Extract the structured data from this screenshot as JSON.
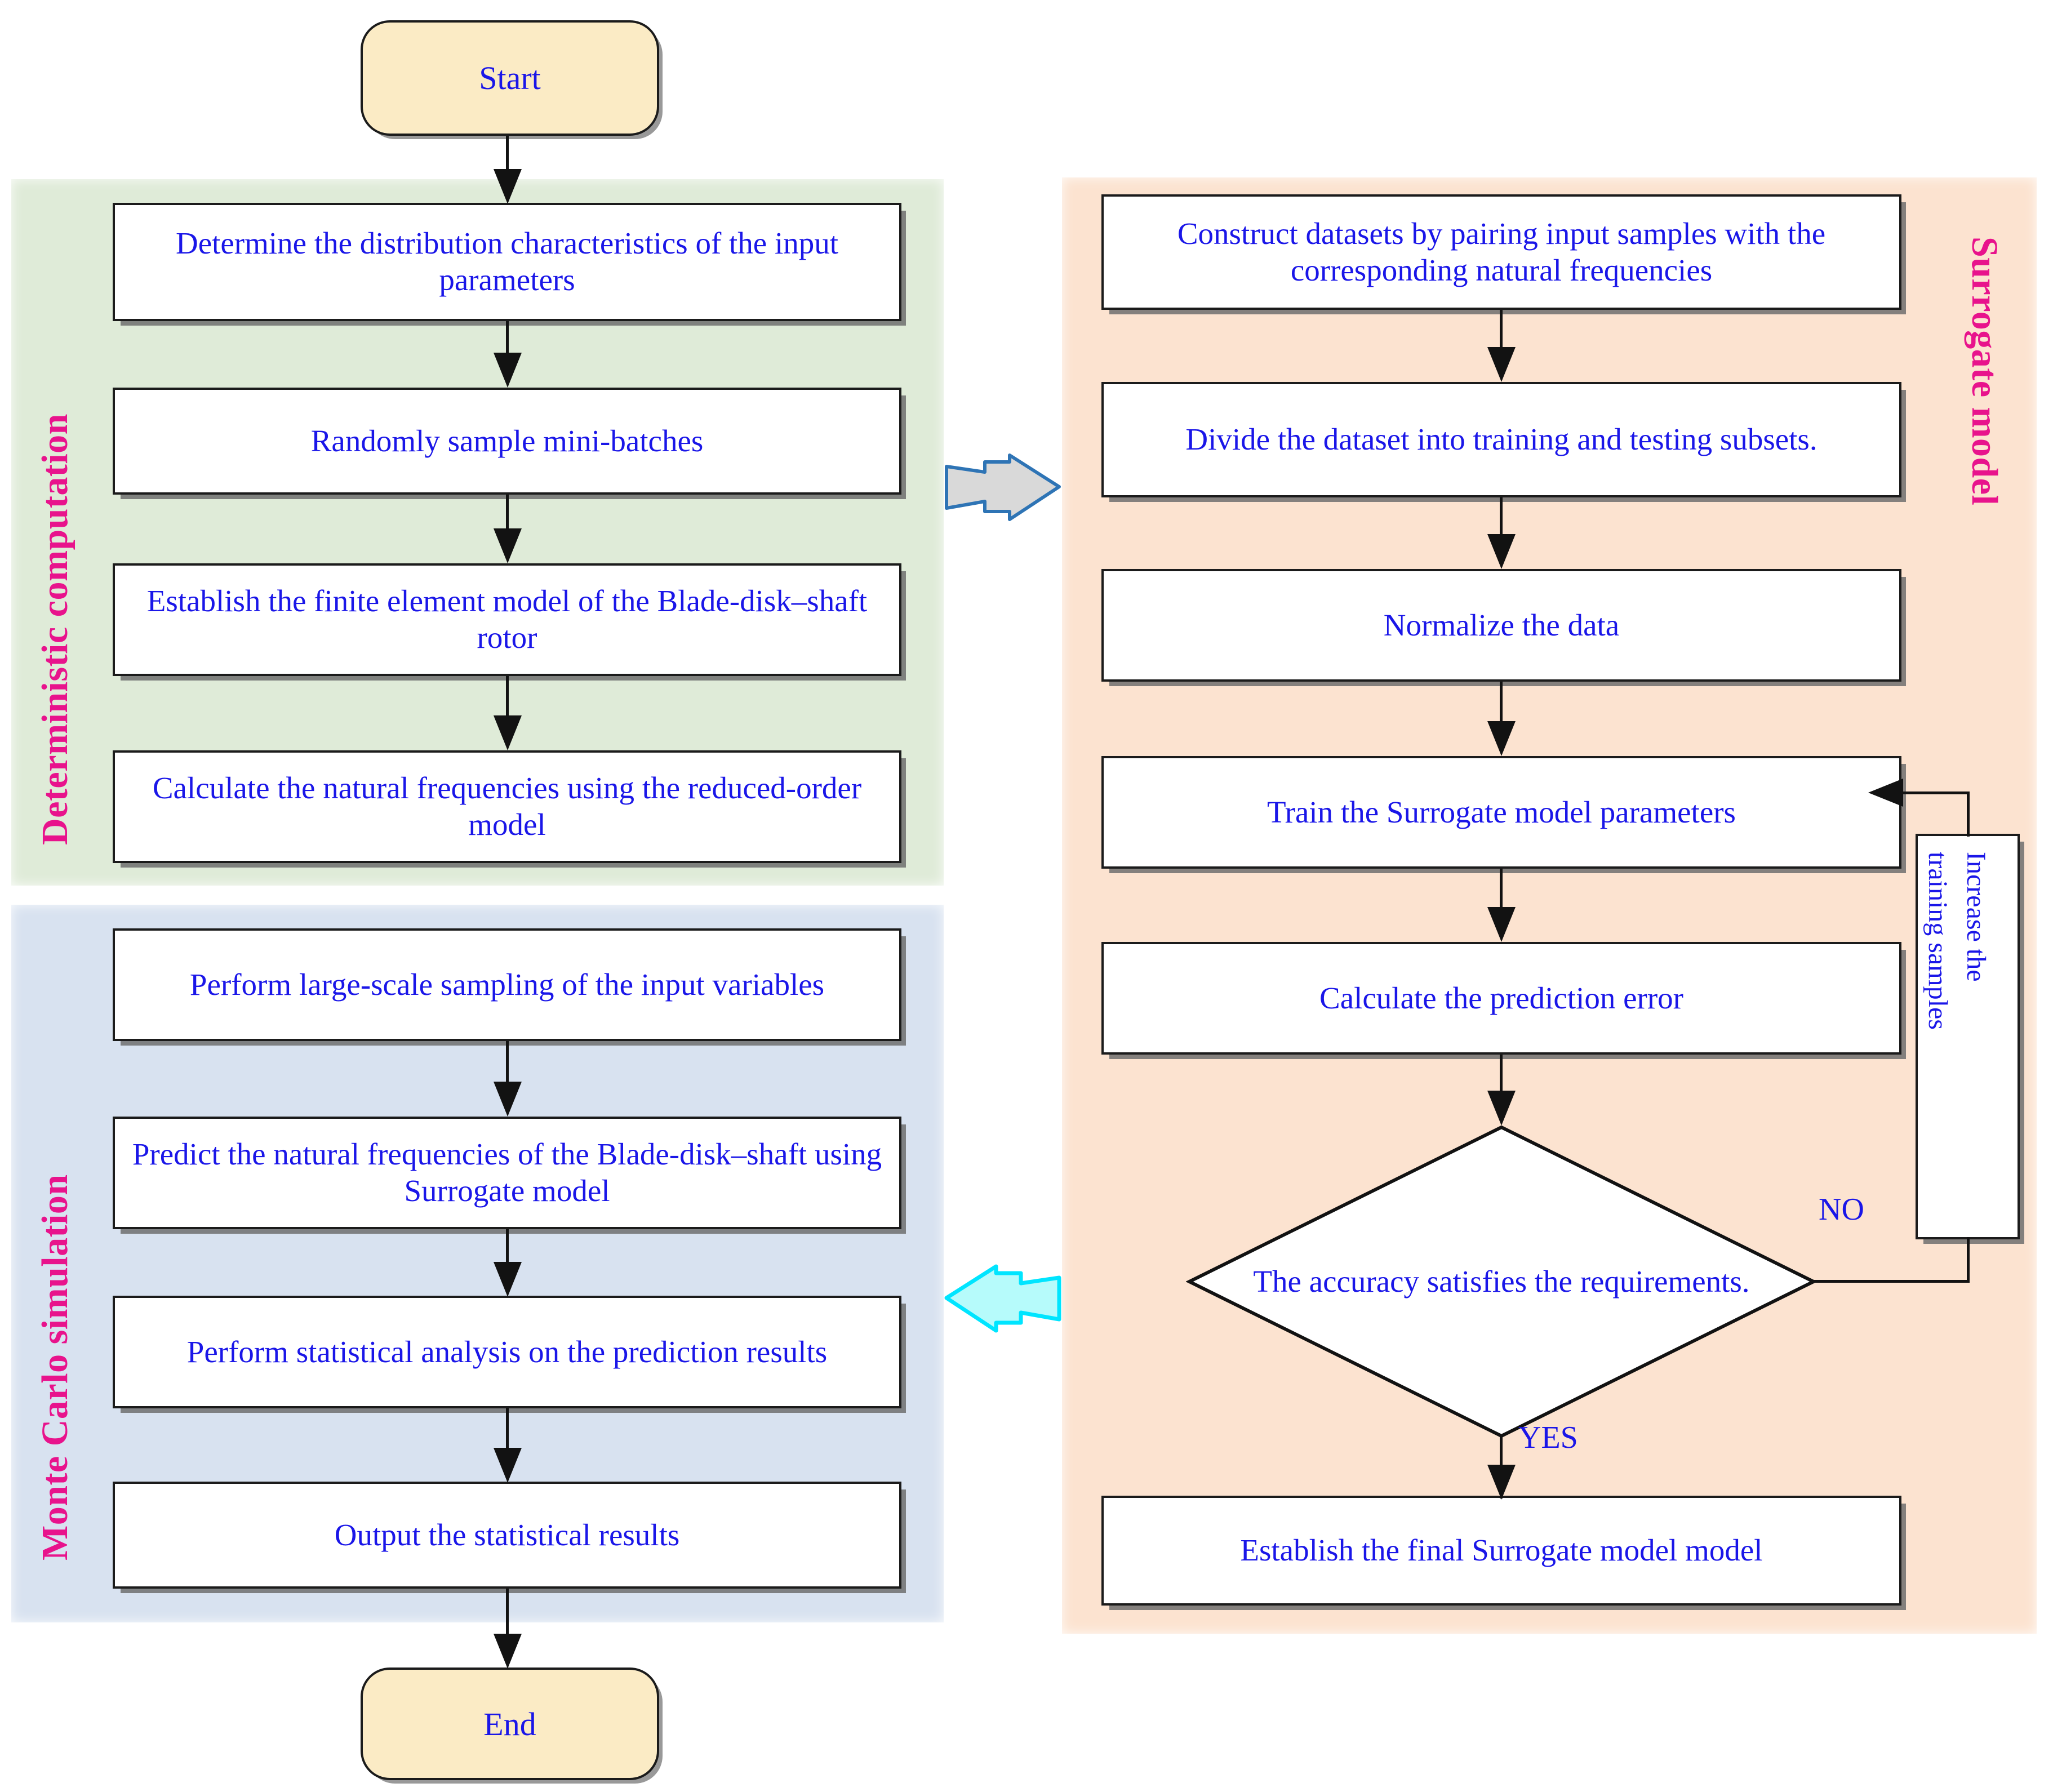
{
  "diagram": {
    "title": "Surrogate-model-based uncertainty analysis flowchart",
    "colors": {
      "panel_green": "#dfebd8",
      "panel_blue": "#d8e2f0",
      "panel_orange": "#fce3d0",
      "box_text": "#1a16e8",
      "group_label": "#e8138c",
      "terminator_fill": "#fbebc5",
      "connector": "#121212",
      "block_arrow_gray_fill": "#d9d9d9",
      "block_arrow_gray_stroke": "#2e74b5",
      "block_arrow_cyan_fill": "#b6fbfb",
      "block_arrow_cyan_stroke": "#00e5ff"
    }
  },
  "groups": {
    "deterministic": {
      "label": "Deterministic computation"
    },
    "monte_carlo": {
      "label": "Monte Carlo simulation"
    },
    "surrogate": {
      "label": "Surrogate model"
    }
  },
  "terminators": {
    "start": "Start",
    "end": "End"
  },
  "left_column": {
    "deterministic_steps": [
      "Determine the distribution characteristics of the input parameters",
      "Randomly sample mini-batches",
      "Establish the finite element model of the Blade-disk–shaft rotor",
      "Calculate the natural frequencies using the reduced-order model"
    ],
    "monte_carlo_steps": [
      "Perform large-scale sampling of the input variables",
      "Predict the natural frequencies of the Blade-disk–shaft  using Surrogate model",
      "Perform statistical analysis on the prediction results",
      "Output the statistical results"
    ]
  },
  "right_column": {
    "steps": [
      "Construct datasets by pairing input samples with the corresponding natural frequencies",
      "Divide the dataset into training and testing subsets.",
      "Normalize the data",
      "Train the  Surrogate model parameters",
      "Calculate the prediction error"
    ],
    "decision": "The accuracy satisfies the requirements.",
    "decision_yes": "YES",
    "decision_no": "NO",
    "feedback_box_line1": "Increase the",
    "feedback_box_line2": "training samples",
    "final_step": "Establish the final Surrogate model model"
  },
  "block_arrows": {
    "right_arrow_name": "striped-right-arrow",
    "left_arrow_name": "striped-left-arrow"
  }
}
